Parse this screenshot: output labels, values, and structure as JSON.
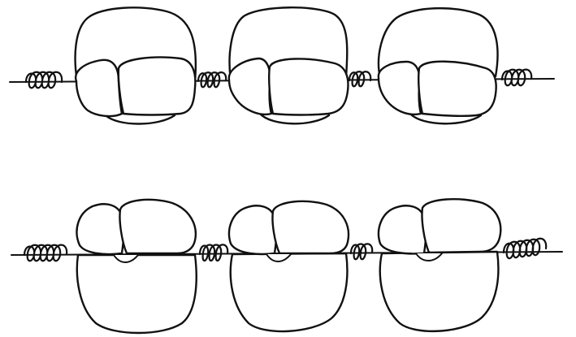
{
  "figure": {
    "rows": [
      {
        "name": "top-row",
        "orientation": "large-piece-above-line",
        "unit_count": 3,
        "coil_groups": 4
      },
      {
        "name": "bottom-row",
        "orientation": "large-piece-below-line",
        "unit_count": 3,
        "coil_groups": 4
      }
    ]
  },
  "colors": {
    "ink": "#111111",
    "background": "#ffffff"
  }
}
